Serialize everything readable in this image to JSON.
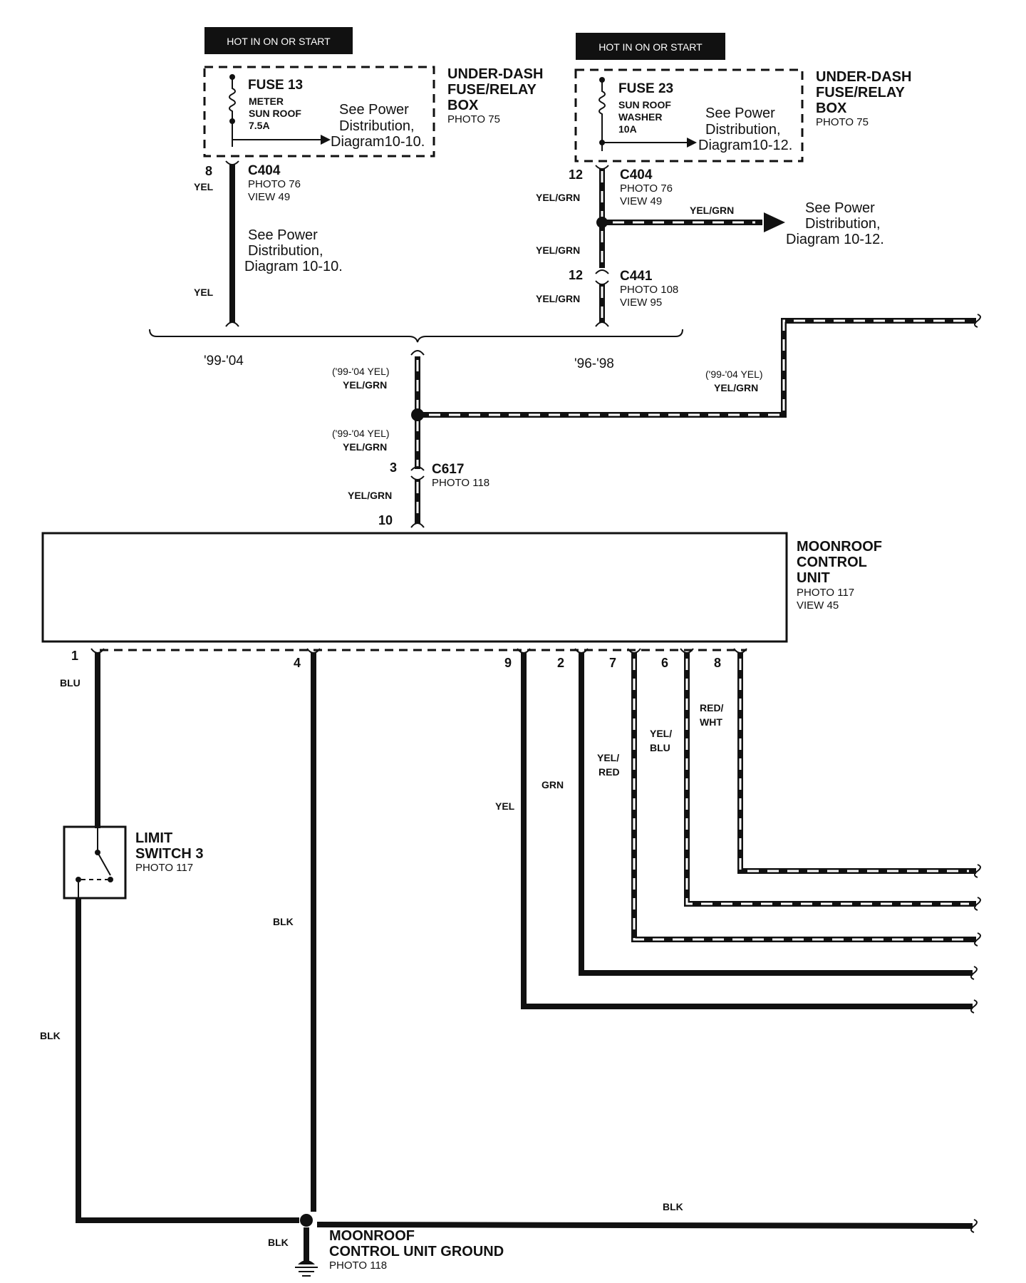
{
  "fuse13": {
    "hot_label": "HOT IN ON OR START",
    "name": "FUSE 13",
    "circuits": "METER\nSUN ROOF",
    "rating": "7.5A",
    "see_note_1": "See Power",
    "see_note_2": "Distribution,",
    "see_note_3": "Diagram10-10."
  },
  "fuse23": {
    "hot_label": "HOT IN ON OR START",
    "name": "FUSE 23",
    "circuits": "SUN ROOF\nWASHER",
    "rating": "10A",
    "see_note_1": "See Power",
    "see_note_2": "Distribution,",
    "see_note_3": "Diagram10-12."
  },
  "fuse_box_left": {
    "line1": "UNDER-DASH",
    "line2": "FUSE/RELAY",
    "line3": "BOX",
    "photo": "PHOTO 75"
  },
  "fuse_box_right": {
    "line1": "UNDER-DASH",
    "line2": "FUSE/RELAY",
    "line3": "BOX",
    "photo": "PHOTO 75"
  },
  "left_branch": {
    "pin": "8",
    "connector": "C404",
    "photo": "PHOTO 76",
    "view": "VIEW 49",
    "wire_top": "YEL",
    "wire_bottom": "YEL",
    "note_1": "See Power",
    "note_2": "Distribution,",
    "note_3": "Diagram 10-10.",
    "years": "'99-'04"
  },
  "right_branch": {
    "pin_c404": "12",
    "connector_c404": "C404",
    "photo_c404": "PHOTO 76",
    "view_c404": "VIEW 49",
    "wire_1": "YEL/GRN",
    "splice_wire": "YEL/GRN",
    "splice_note_1": "See Power",
    "splice_note_2": "Distribution,",
    "splice_note_3": "Diagram 10-12.",
    "wire_2": "YEL/GRN",
    "pin_c441": "12",
    "connector_c441": "C441",
    "photo_c441": "PHOTO 108",
    "view_c441": "VIEW 95",
    "wire_3": "YEL/GRN",
    "years": "'96-'98"
  },
  "trunk": {
    "wire_top_alt": "('99-'04 YEL)",
    "wire_top": "YEL/GRN",
    "wire_mid_alt": "('99-'04 YEL)",
    "wire_mid": "YEL/GRN",
    "branch_alt": "('99-'04 YEL)",
    "branch_wire": "YEL/GRN",
    "c617_pin": "3",
    "c617": "C617",
    "c617_photo": "PHOTO 118",
    "wire_low": "YEL/GRN",
    "unit_pin": "10"
  },
  "control_unit": {
    "line1": "MOONROOF",
    "line2": "CONTROL",
    "line3": "UNIT",
    "photo": "PHOTO 117",
    "view": "VIEW 45"
  },
  "outputs": {
    "p1": "1",
    "w1": "BLU",
    "p4": "4",
    "w4": "BLK",
    "p9": "9",
    "w9": "YEL",
    "p2": "2",
    "w2": "GRN",
    "p7": "7",
    "w7a": "YEL/",
    "w7b": "RED",
    "p6": "6",
    "w6a": "YEL/",
    "w6b": "BLU",
    "p8": "8",
    "w8a": "RED/",
    "w8b": "WHT"
  },
  "limit_switch": {
    "line1": "LIMIT",
    "line2": "SWITCH 3",
    "photo": "PHOTO 117",
    "wire_below": "BLK"
  },
  "ground": {
    "wire_right": "BLK",
    "wire_down": "BLK",
    "line1": "MOONROOF",
    "line2": "CONTROL UNIT GROUND",
    "photo": "PHOTO 118"
  }
}
